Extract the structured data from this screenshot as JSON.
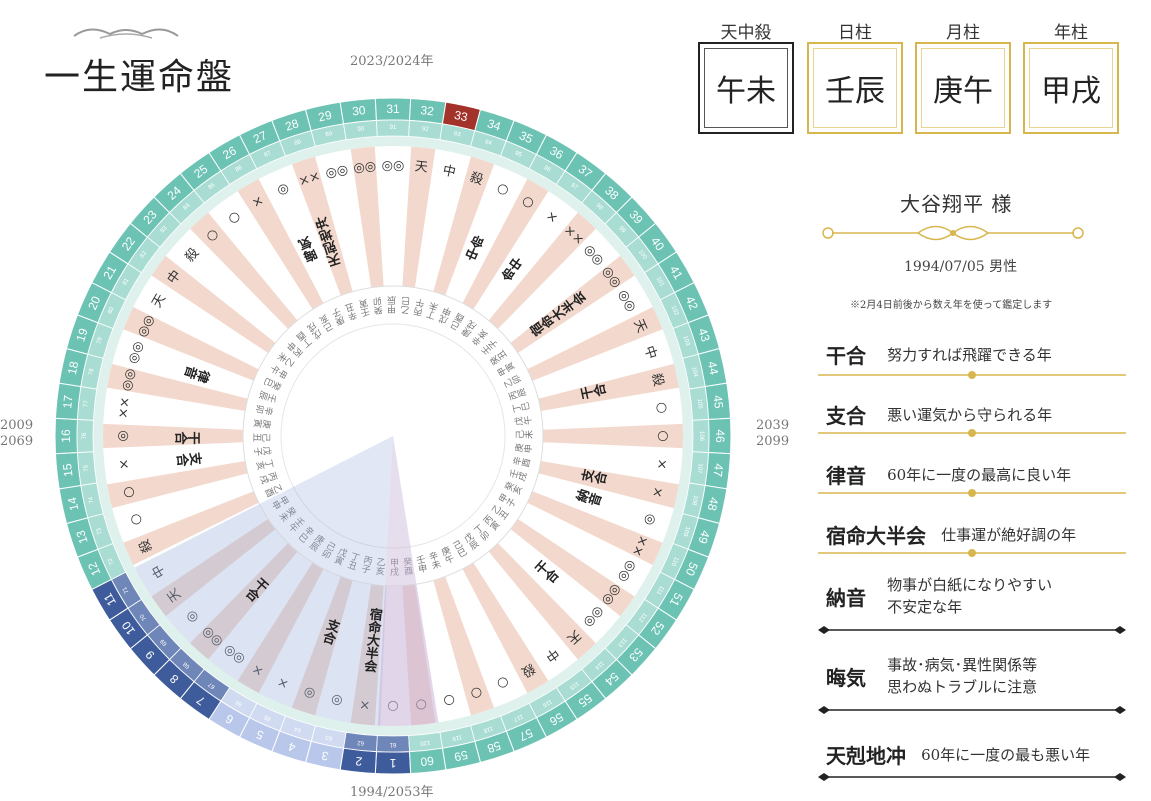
{
  "title": "一生運命盤",
  "year_labels": {
    "top": "2023/2024年",
    "bottom": "1994/2053年",
    "left": [
      "2009",
      "2069"
    ],
    "right": [
      "2039",
      "2099"
    ]
  },
  "pillars": [
    {
      "header": "天中殺",
      "value": "午未",
      "style": "black"
    },
    {
      "header": "日柱",
      "value": "壬辰",
      "style": "gold"
    },
    {
      "header": "月柱",
      "value": "庚午",
      "style": "gold"
    },
    {
      "header": "年柱",
      "value": "甲戌",
      "style": "gold"
    }
  ],
  "person": {
    "name": "大谷翔平 様",
    "birth": "1994/07/05 男性",
    "note": "※2月4日前後から数え年を使って鑑定します"
  },
  "legend": [
    {
      "term": "干合",
      "desc": [
        "努力すれば飛躍できる年"
      ]
    },
    {
      "term": "支合",
      "desc": [
        "悪い運気から守られる年"
      ]
    },
    {
      "term": "律音",
      "desc": [
        "60年に一度の最高に良い年"
      ]
    },
    {
      "term": "宿命大半会",
      "desc": [
        "仕事運が絶好調の年"
      ]
    },
    {
      "term": "納音",
      "desc": [
        "物事が白紙になりやすい",
        "不安定な年"
      ]
    },
    {
      "term": "晦気",
      "desc": [
        "事故･病気･異性関係等",
        "思わぬトラブルに注意"
      ]
    },
    {
      "term": "天剋地冲",
      "desc": [
        "60年に一度の最も悪い年"
      ]
    }
  ],
  "colors": {
    "teal_outer": "#6cc3b4",
    "teal_inner": "#a9ddd3",
    "pink": "#f3d9cd",
    "highlight_red": "#a3322a",
    "navy": "#3e5c9c",
    "light_blue": "#b9c8ea",
    "purple_sector": "#c8b3d8",
    "gold": "#d8b64e"
  },
  "wheel": {
    "highlight_age": 33,
    "dark_blue_ages": [
      1,
      2,
      7,
      8,
      9,
      10,
      11
    ],
    "light_blue_ages": [
      3,
      4,
      5,
      6
    ],
    "marks": {
      "1": "○",
      "2": "×",
      "3": "◎",
      "4": "◎",
      "5": "×",
      "6": "×",
      "7": "◎◎",
      "8": "◎◎",
      "9": "◎",
      "10": "天",
      "11": "中",
      "12": "殺",
      "13": "○",
      "14": "○",
      "15": "×",
      "16": "◎",
      "17": "××",
      "18": "◎◎",
      "19": "◎◎",
      "20": "◎◎",
      "21": "天",
      "22": "中",
      "23": "殺",
      "24": "○",
      "25": "○",
      "26": "×",
      "27": "◎",
      "28": "××",
      "29": "◎◎",
      "30": "◎◎",
      "31": "◎◎",
      "32": "天",
      "33": "中",
      "34": "殺",
      "35": "○",
      "36": "○",
      "37": "×",
      "38": "××",
      "39": "◎◎",
      "40": "◎◎",
      "41": "◎◎",
      "42": "天",
      "43": "中",
      "44": "殺",
      "45": "○",
      "46": "○",
      "47": "×",
      "48": "×",
      "49": "◎",
      "50": "××",
      "51": "◎◎",
      "52": "◎◎",
      "53": "◎◎",
      "54": "天",
      "55": "中",
      "56": "殺",
      "57": "○",
      "58": "○",
      "59": "○",
      "60": "○"
    },
    "labels": [
      {
        "age": 2,
        "text": "宿命大半会"
      },
      {
        "age": 4,
        "text": "支合"
      },
      {
        "age": 8,
        "text": "干合"
      },
      {
        "age": 15,
        "text": "支合"
      },
      {
        "age": 16,
        "text": "干合"
      },
      {
        "age": 19,
        "text": "律音"
      },
      {
        "age": 27,
        "text": "晦気"
      },
      {
        "age": 28,
        "text": "天剋地冲"
      },
      {
        "age": 35,
        "text": "中命"
      },
      {
        "age": 37,
        "text": "命中"
      },
      {
        "age": 40,
        "text": "宿命大半会"
      },
      {
        "age": 44,
        "text": "干合"
      },
      {
        "age": 48,
        "text": "支合"
      },
      {
        "age": 49,
        "text": "納音"
      },
      {
        "age": 53,
        "text": "干合"
      }
    ],
    "kanshi": [
      "甲戌",
      "乙亥",
      "丙子",
      "丁丑",
      "戊寅",
      "己卯",
      "庚辰",
      "辛巳",
      "壬午",
      "癸未",
      "甲申",
      "乙酉",
      "丙戌",
      "丁亥",
      "戊子",
      "己丑",
      "庚寅",
      "辛卯",
      "壬辰",
      "癸巳",
      "甲午",
      "乙未",
      "丙申",
      "丁酉",
      "戊戌",
      "己亥",
      "庚子",
      "辛丑",
      "壬寅",
      "癸卯",
      "甲辰",
      "乙巳",
      "丙午",
      "丁未",
      "戊申",
      "己酉",
      "庚戌",
      "辛亥",
      "壬子",
      "癸丑",
      "甲寅",
      "乙卯",
      "丙辰",
      "丁巳",
      "戊午",
      "己未",
      "庚申",
      "辛酉",
      "壬戌",
      "癸亥",
      "甲子",
      "乙丑",
      "丙寅",
      "丁卯",
      "戊辰",
      "己巳",
      "庚午",
      "辛未",
      "壬申",
      "癸酉"
    ],
    "small_numbers_start": 61
  }
}
